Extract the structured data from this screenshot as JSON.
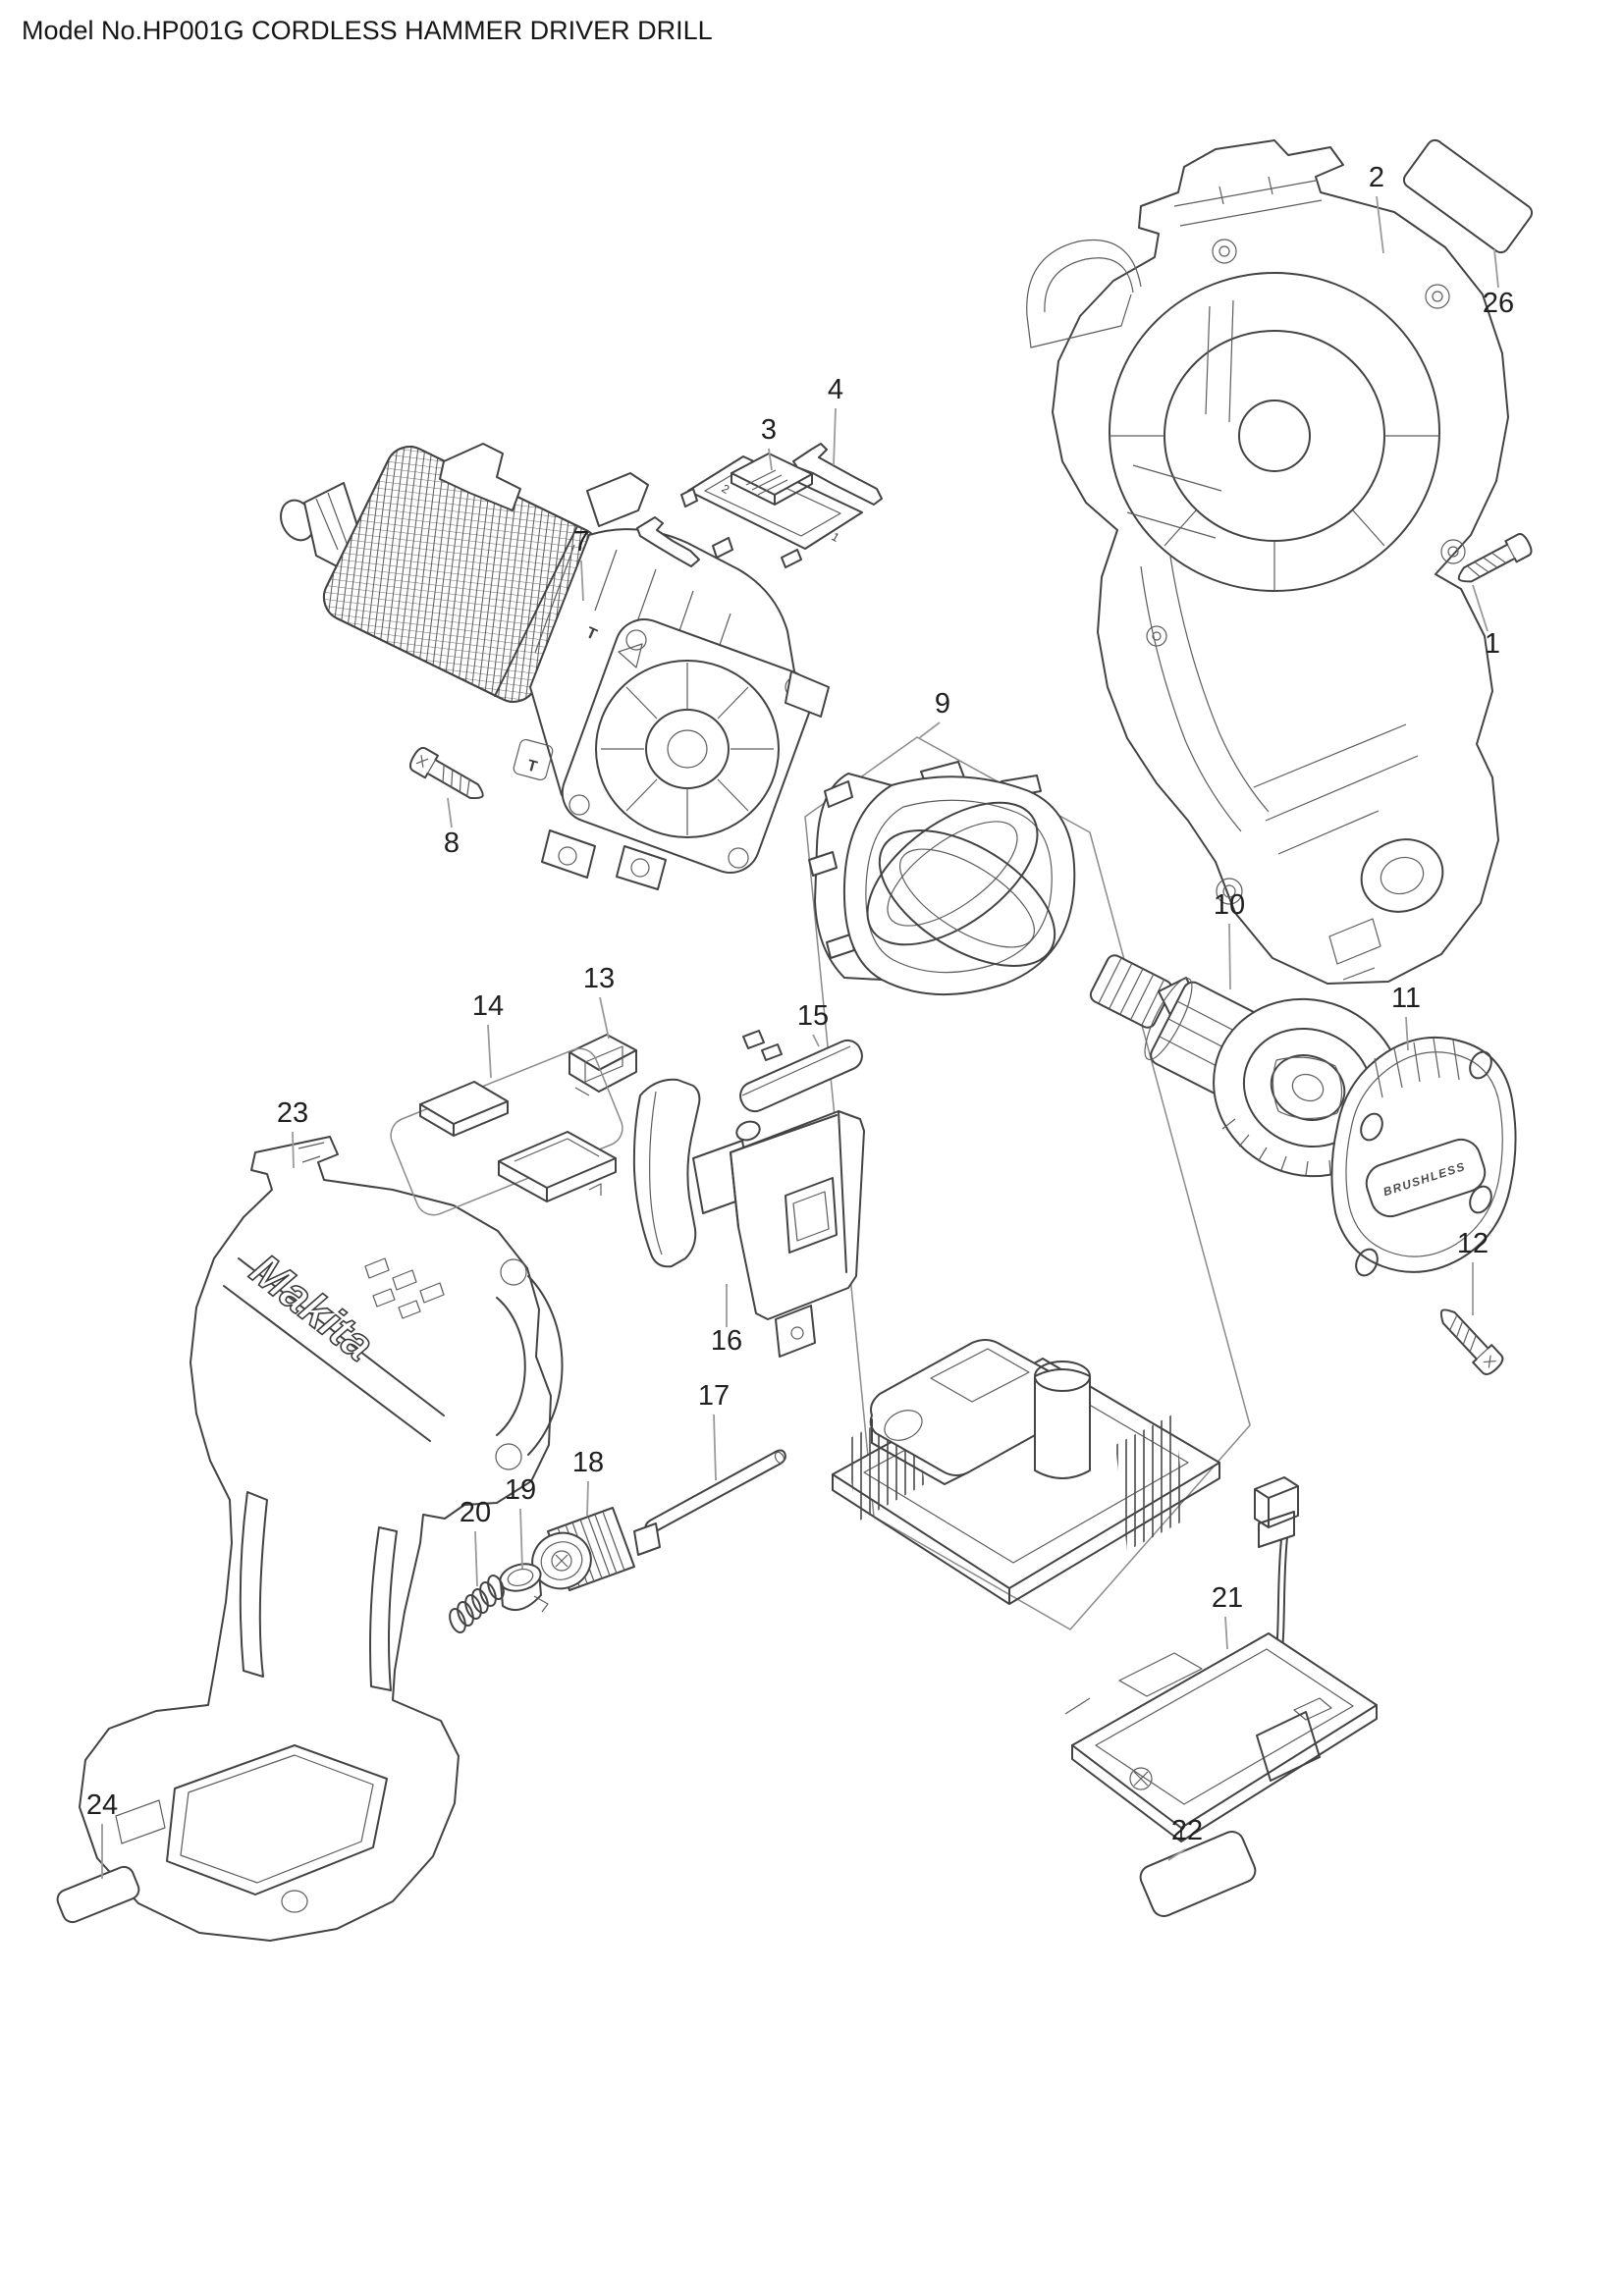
{
  "title": "Model No.HP001G CORDLESS HAMMER DRIVER DRILL",
  "figure": {
    "type": "exploded-parts-diagram",
    "model_no": "HP001G",
    "callouts": {
      "p1": "1",
      "p2": "2",
      "p3": "3",
      "p4": "4",
      "p7": "7",
      "p8": "8",
      "p9": "9",
      "p10": "10",
      "p11": "11",
      "p12": "12",
      "p13": "13",
      "p14": "14",
      "p15": "15",
      "p16": "16",
      "p17": "17",
      "p18": "18",
      "p19": "19",
      "p20": "20",
      "p21": "21",
      "p22": "22",
      "p23": "23",
      "p24": "24",
      "p26": "26"
    },
    "markings": {
      "housing_logo": "Makita",
      "motor_cover_badge": "BRUSHLESS",
      "gear_selector_high": "2",
      "gear_selector_low": "1",
      "torque_mark": "T"
    },
    "colors": {
      "background": "#ffffff",
      "line": "#434343",
      "leader": "#9a9a9a",
      "label_text": "#1f1f1f"
    }
  }
}
